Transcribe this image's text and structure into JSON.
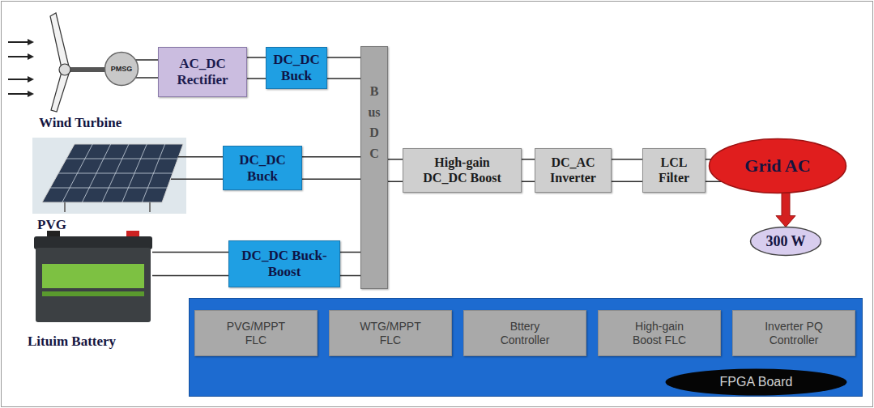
{
  "diagram": {
    "nodes": [
      {
        "text": [
          "PMSG"
        ]
      },
      {
        "text": [
          "AC_DC Rectifier"
        ]
      },
      {
        "text": [
          "DC_DC Buck"
        ]
      },
      {
        "text": [
          "Bus DC"
        ]
      },
      {
        "text": [
          "DC_DC Buck"
        ]
      },
      {
        "text": [
          "High-gain DC_DC Boost"
        ]
      },
      {
        "text": [
          "DC_AC Inverter"
        ]
      },
      {
        "text": [
          "LCL Filter"
        ]
      },
      {
        "text": [
          "Grid AC"
        ]
      },
      {
        "text": [
          "300 W"
        ]
      },
      {
        "text": [
          "DC_DC Buck-Boost"
        ]
      },
      {
        "text": [
          "FPGA Board"
        ]
      },
      {
        "text": [
          "PVG/MPPT FLC"
        ],
        "in": 11
      },
      {
        "text": [
          "WTG/MPPT FLC"
        ],
        "in": 11
      },
      {
        "text": [
          "Bttery Controller"
        ],
        "in": 11
      },
      {
        "text": [
          "High-gain Boost FLC"
        ],
        "in": 11
      },
      {
        "text": [
          "Inverter PQ Controller"
        ],
        "in": 11
      }
    ],
    "edges": [
      {
        "from": 0,
        "to": 1,
        "arrow": "none"
      },
      {
        "from": 1,
        "to": 2,
        "arrow": "none"
      },
      {
        "from": 2,
        "to": 3,
        "arrow": "none"
      },
      {
        "from": 4,
        "to": 3,
        "arrow": "none"
      },
      {
        "from": 10,
        "to": 3,
        "arrow": "none"
      },
      {
        "from": 3,
        "to": 5,
        "arrow": "none"
      },
      {
        "from": 5,
        "to": 6,
        "arrow": "none"
      },
      {
        "from": 6,
        "to": 7,
        "arrow": "none"
      },
      {
        "from": 7,
        "to": 8,
        "arrow": "none"
      },
      {
        "from": 8,
        "to": 9,
        "arrow": "to"
      }
    ],
    "labels": [
      "Wind Turbine",
      "PVG",
      "Lituim Battery"
    ]
  }
}
